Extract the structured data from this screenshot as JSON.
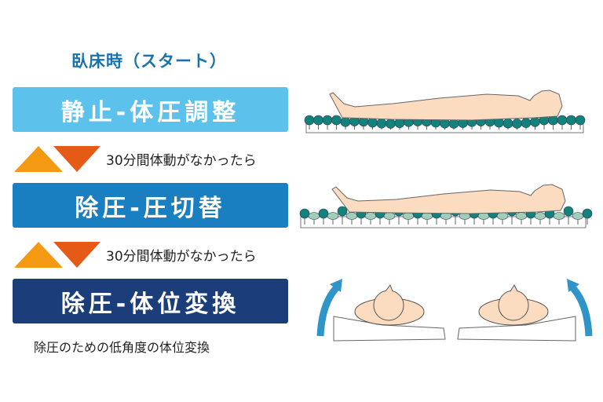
{
  "title": "臥床時（スタート）",
  "steps": [
    {
      "label": "静止-体圧調整",
      "color": "#5cc2eb"
    },
    {
      "label": "除圧-圧切替",
      "color": "#1a7fc0"
    },
    {
      "label": "除圧-体位変換",
      "color": "#1b3d79"
    }
  ],
  "transition_note": "30分間体動がなかったら",
  "caption": "除圧のための低角度の体位変換",
  "colors": {
    "triangle_up": "#f39a12",
    "triangle_down": "#e55a16",
    "cell_dark": "#13827a",
    "cell_light": "#9fcfb8",
    "skin": "#fbdcc1",
    "arrow": "#2f95c9"
  }
}
